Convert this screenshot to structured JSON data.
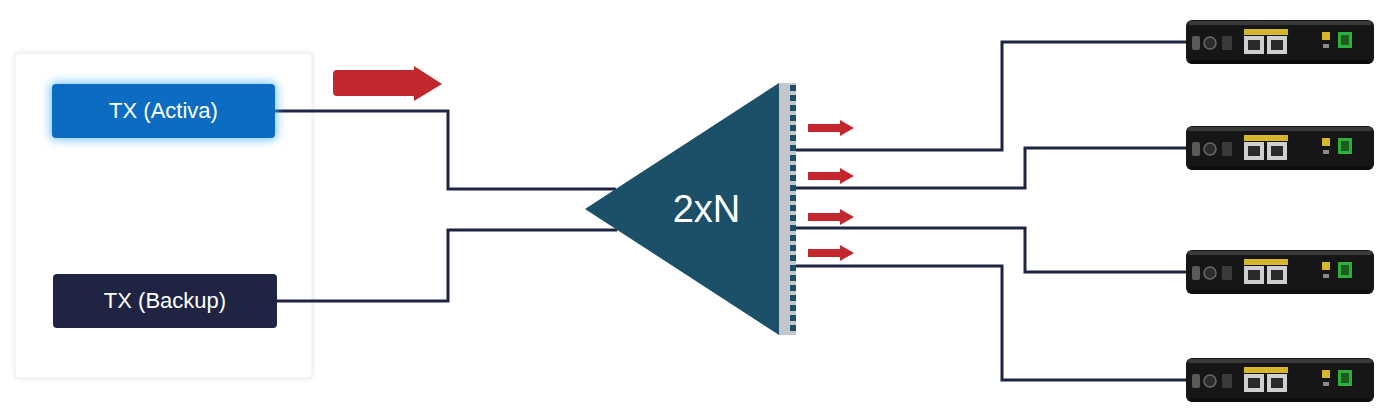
{
  "diagram": {
    "nodes": [
      {
        "text": [
          "TX (Activa)"
        ]
      },
      {
        "text": [
          "TX (Backup)"
        ]
      },
      {
        "text": [
          "2xN"
        ]
      }
    ],
    "edges": [
      {
        "from": 0,
        "to": 2,
        "arrow": "none"
      },
      {
        "from": 1,
        "to": 2,
        "arrow": "none"
      }
    ]
  }
}
